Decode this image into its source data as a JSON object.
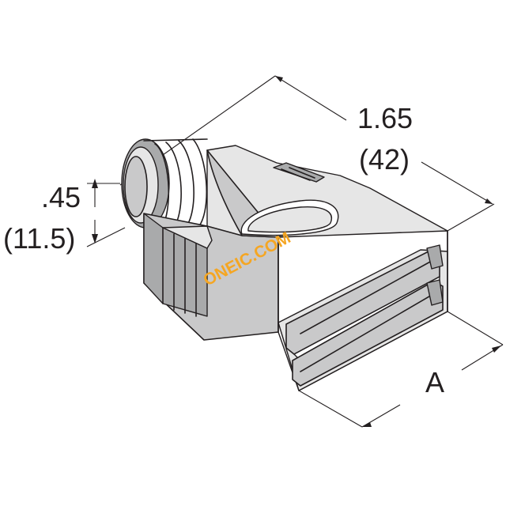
{
  "dimensions": {
    "length_in": "1.65",
    "length_mm": "(42)",
    "height_in": ".45",
    "height_mm": "(11.5)",
    "width_label": "A"
  },
  "watermark": {
    "text": "ONEIC.COM",
    "color": "#f5a623"
  },
  "colors": {
    "line": "#231f20",
    "body": "#c9c9ca",
    "shadow": "#a9aaab",
    "highlight": "#e6e6e6"
  }
}
